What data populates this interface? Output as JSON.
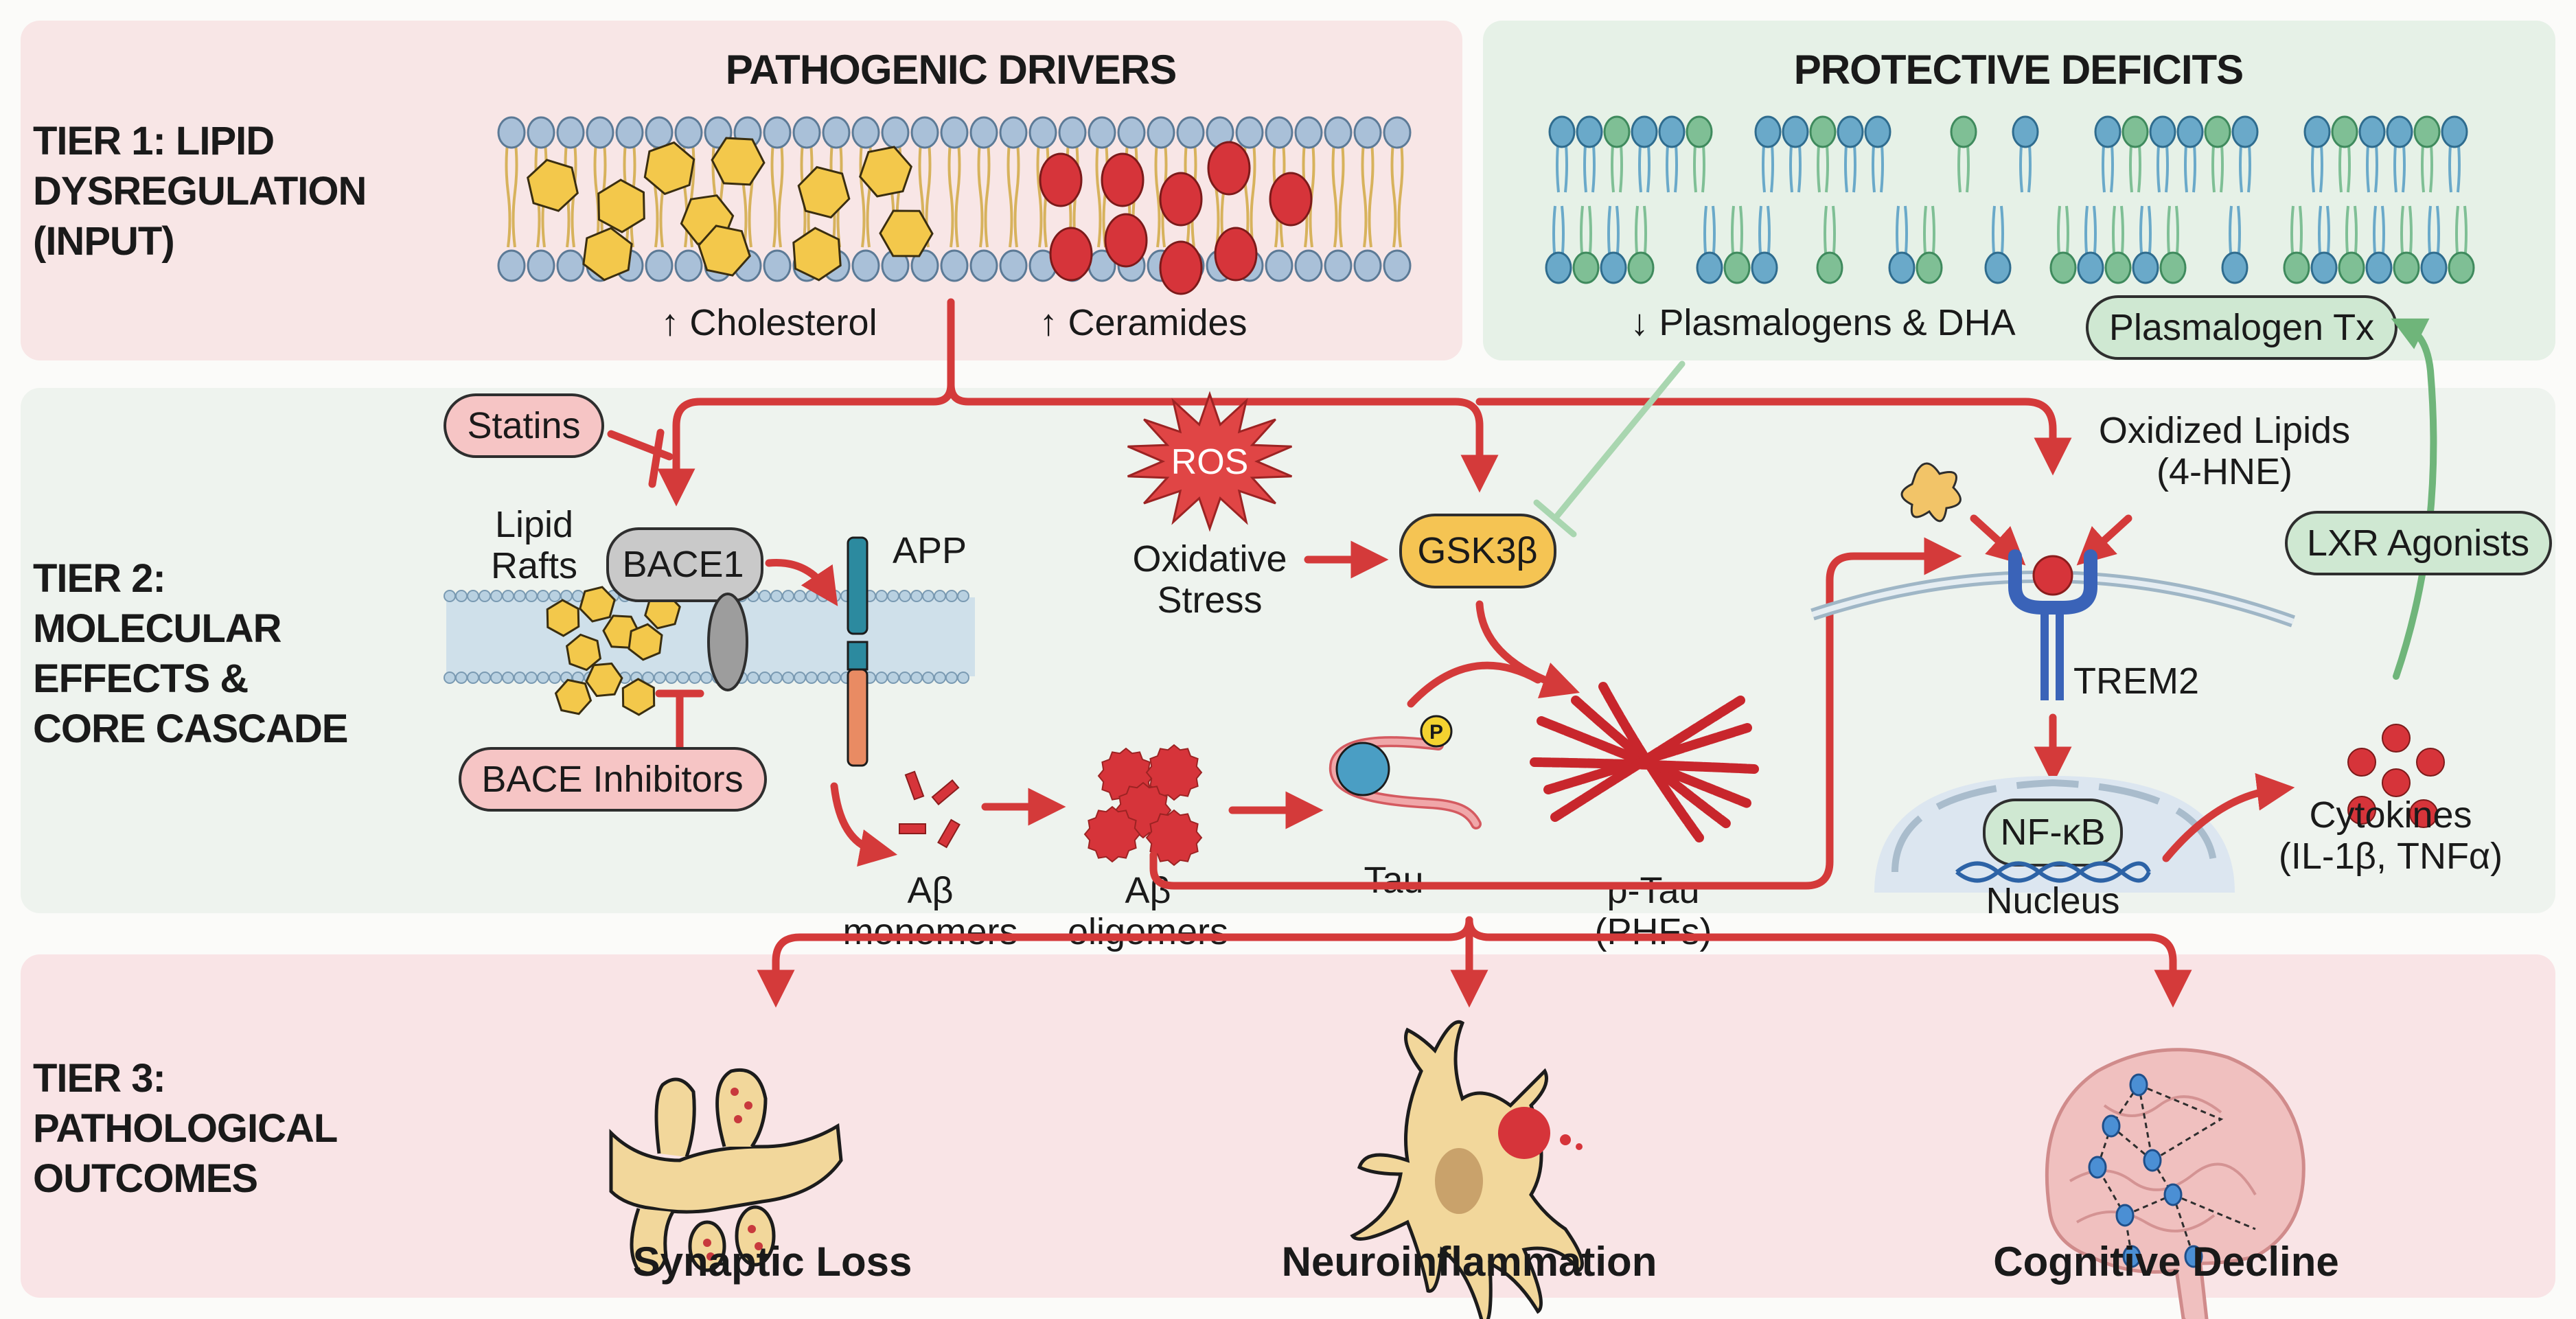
{
  "colors": {
    "tier1_bg": "#f8e6e6",
    "tier1_protective_bg": "#e6f1e7",
    "tier2_bg": "#eef3ee",
    "tier3_bg": "#f9e4e6",
    "arrow_red": "#d43a3a",
    "arrow_green": "#6fb57a",
    "inhibitor_pill": "#f6c5c5",
    "agonist_pill": "#cfe8d2",
    "cholesterol": "#f3c84b",
    "ceramide": "#d6343a",
    "gsk3b_pill": "#f5c453",
    "bace1_pill": "#c9c9c9",
    "trem2": "#3a63b8"
  },
  "tier1": {
    "label_lines": [
      "TIER 1: LIPID",
      "DYSREGULATION",
      "(INPUT)"
    ],
    "pathogenic": {
      "heading": "PATHOGENIC DRIVERS",
      "cholesterol_label": "↑ Cholesterol",
      "ceramides_label": "↑ Ceramides"
    },
    "protective": {
      "heading": "PROTECTIVE DEFICITS",
      "deficit_label": "↓ Plasmalogens & DHA",
      "therapy_pill": "Plasmalogen Tx"
    }
  },
  "tier2": {
    "label_lines": [
      "TIER 2:",
      "MOLECULAR",
      "EFFECTS &",
      "CORE CASCADE"
    ],
    "statins": "Statins",
    "lipid_rafts_lines": [
      "Lipid",
      "Rafts"
    ],
    "bace1": "BACE1",
    "app": "APP",
    "bace_inhibitors": "BACE Inhibitors",
    "ros": "ROS",
    "oxidative_stress_lines": [
      "Oxidative",
      "Stress"
    ],
    "gsk3b": "GSK3β",
    "abeta_monomers_lines": [
      "Aβ",
      "monomers"
    ],
    "abeta_oligomers_lines": [
      "Aβ",
      "oligomers"
    ],
    "tau": "Tau",
    "phospho": "P",
    "ptau_lines": [
      "p-Tau",
      "(PHFs)"
    ],
    "oxidized_lipids_lines": [
      "Oxidized Lipids",
      "(4-HNE)"
    ],
    "trem2": "TREM2",
    "nfkb": "NF-κB",
    "nucleus": "Nucleus",
    "cytokines_lines": [
      "Cytokines",
      "(IL-1β, TNFα)"
    ],
    "lxr_agonists": "LXR Agonists"
  },
  "tier3": {
    "label_lines": [
      "TIER 3:",
      "PATHOLOGICAL",
      "OUTCOMES"
    ],
    "outcomes": [
      "Synaptic Loss",
      "Neuroinflammation",
      "Cognitive Decline"
    ]
  }
}
